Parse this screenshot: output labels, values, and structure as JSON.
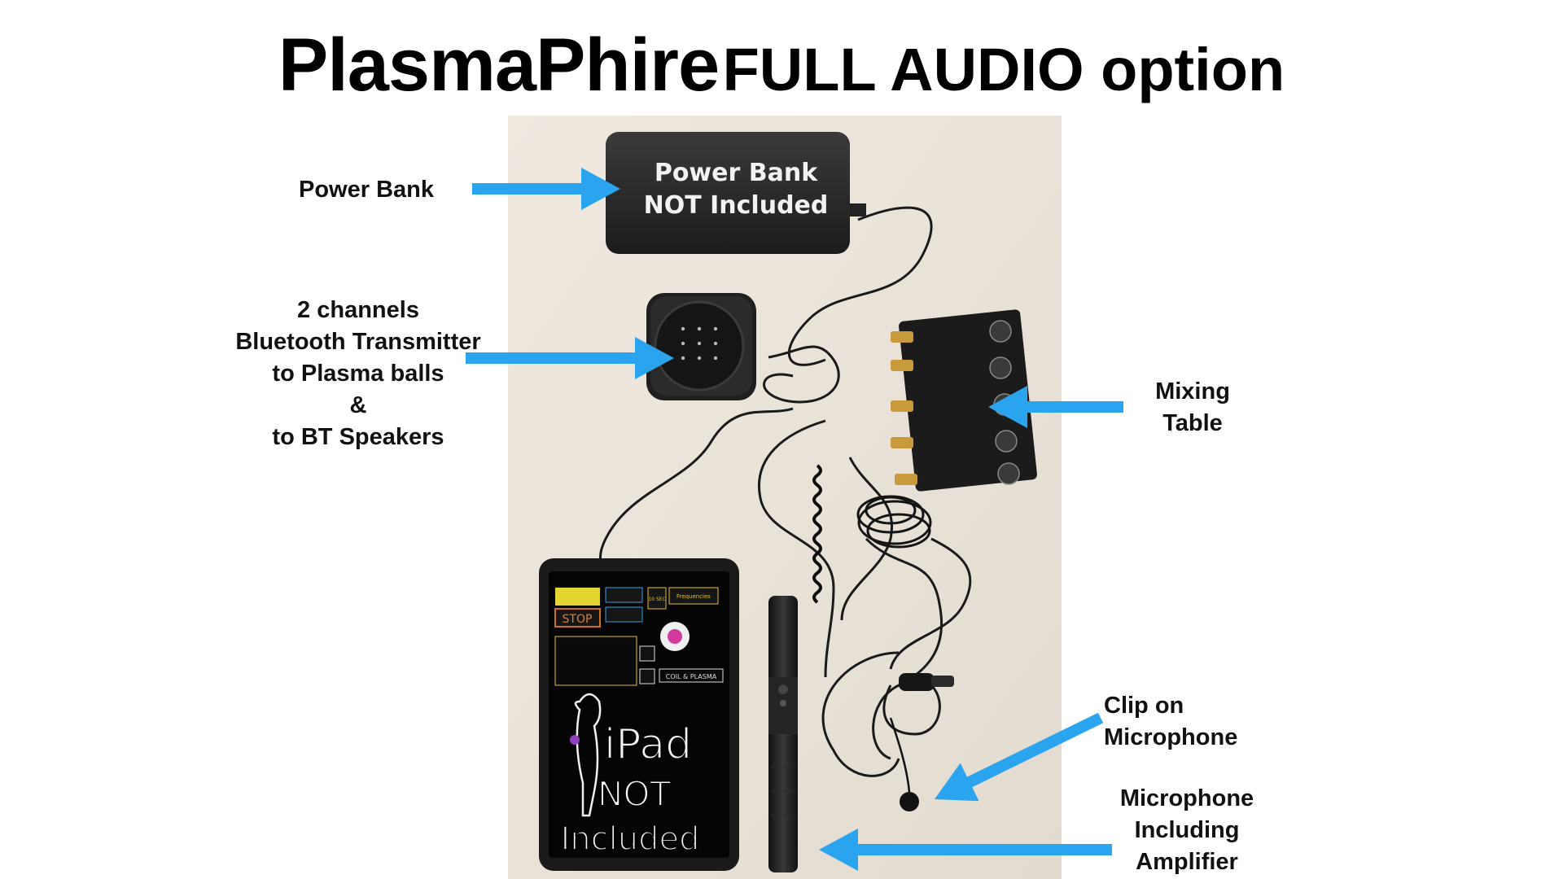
{
  "title": {
    "main": "PlasmaPhire",
    "sub": "FULL AUDIO option"
  },
  "labels": {
    "power_bank": "Power Bank",
    "bt_line1": "2 channels",
    "bt_line2": "Bluetooth Transmitter",
    "bt_line3": "to Plasma balls",
    "bt_line4": "&",
    "bt_line5": "to BT Speakers",
    "mixing_line1": "Mixing",
    "mixing_line2": "Table",
    "clip_line1": "Clip on",
    "clip_line2": "Microphone",
    "mic_line1": "Microphone",
    "mic_line2": "Including",
    "mic_line3": "Amplifier"
  },
  "photo_text": {
    "power_bank_line1": "Power Bank",
    "power_bank_line2": "NOT Included",
    "ipad_line1": "iPad",
    "ipad_line2": "NOT",
    "ipad_line3": "Included",
    "stop": "STOP",
    "coil_plasma": "COIL & PLASMA",
    "frequencies": "Frequencies",
    "ten_sec": "10 SEC"
  },
  "colors": {
    "arrow": "#2aa4ee",
    "background": "#ffffff",
    "photo_background": "#ece6dc"
  }
}
